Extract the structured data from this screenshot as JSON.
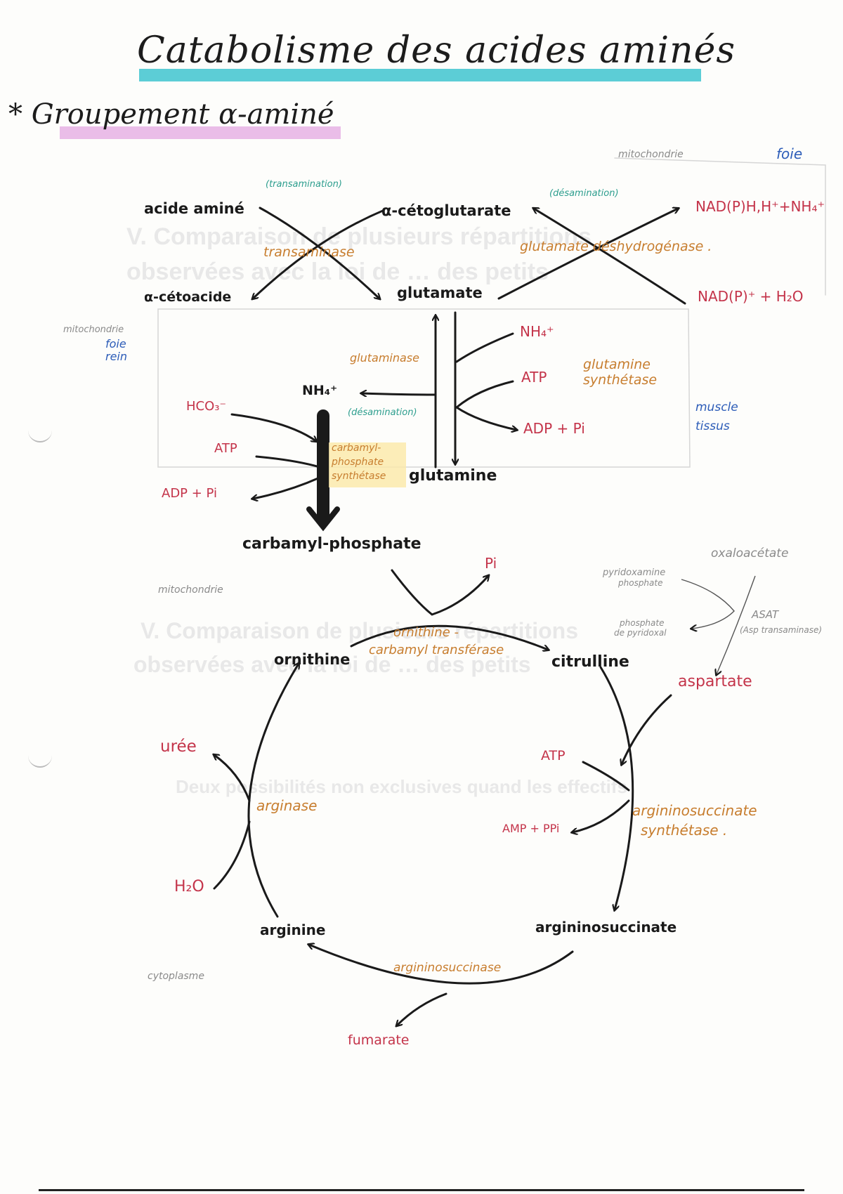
{
  "title": "Catabolisme des acides aminés",
  "subtitle": "* Groupement α-aminé",
  "colors": {
    "ink": "#1a1a1a",
    "red": "#c4344a",
    "orange": "#c77d2e",
    "green": "#2d9e8e",
    "blue": "#2c5cb8",
    "grey": "#8a8a8a",
    "title_highlight": "#3fc4cf",
    "subtitle_highlight": "#e8b6e6",
    "enzyme_highlight": "#fbe9a8"
  },
  "locations": {
    "mito_top": "mitochondrie",
    "foie_top": "foie",
    "mito_left": "mitochondrie",
    "foie_rein_1": "foie",
    "foie_rein_2": "rein",
    "muscle_1": "muscle",
    "muscle_2": "tissus",
    "mito_cycle": "mitochondrie",
    "cytoplasme": "cytoplasme"
  },
  "transamination": {
    "label": "(transamination)",
    "acide_amine": "acide aminé",
    "cetoacide": "α-cétoacide",
    "cetoglutarate": "α-cétoglutarate",
    "glutamate": "glutamate",
    "enzyme": "transaminase"
  },
  "desamination_gdh": {
    "label": "(désamination)",
    "nadh": "NAD(P)H,H⁺+NH₄⁺",
    "nad": "NAD(P)⁺ + H₂O",
    "enzyme": "glutamate déshydrogénase ."
  },
  "glutamine": {
    "nh4_in": "NH₄⁺",
    "atp": "ATP",
    "adp_pi": "ADP + Pi",
    "synthetase": "glutamine synthétase",
    "glutaminase": "glutaminase",
    "desamination": "(désamination)",
    "nh4_out": "NH₄⁺",
    "glutamine": "glutamine"
  },
  "carbamyl": {
    "hco3": "HCO₃⁻",
    "atp": "ATP",
    "adp_pi": "ADP + Pi",
    "enzyme_1": "carbamyl-",
    "enzyme_2": "phosphate",
    "enzyme_3": "synthétase",
    "product": "carbamyl-phosphate"
  },
  "urea_cycle": {
    "pi": "Pi",
    "otc_1": "ornithine -",
    "otc_2": "carbamyl transférase",
    "ornithine": "ornithine",
    "citrulline": "citrulline",
    "aspartate": "aspartate",
    "atp": "ATP",
    "amp_ppi": "AMP + PPi",
    "ass_1": "argininosuccinate",
    "ass_2": "synthétase .",
    "argininosuccinate": "argininosuccinate",
    "asl": "argininosuccinase",
    "fumarate": "fumarate",
    "arginine": "arginine",
    "h2o": "H₂O",
    "arginase": "arginase",
    "uree": "urée"
  },
  "asat": {
    "oxaloacetate": "oxaloacétate",
    "pyridox_1": "pyridoxamine",
    "pyridox_2": "phosphate",
    "phospho_1": "phosphate",
    "phospho_2": "de pyridoxal",
    "asat": "ASAT",
    "asat_full": "(Asp transaminase)"
  },
  "ghost_bleed": [
    "V. Comparaison de plusieurs répartitions",
    "observées avec la loi de … des petits",
    "V. Comparaison de plusieurs répartitions",
    "observées avec la loi de … des petits",
    "Deux possibilités non exclusives quand les effectifs"
  ]
}
